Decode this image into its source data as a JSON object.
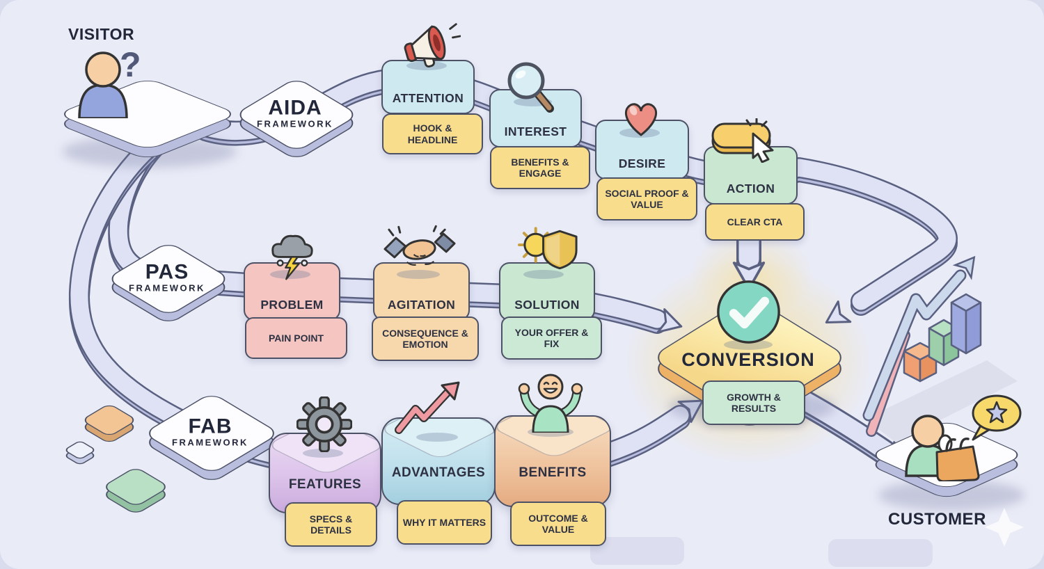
{
  "visitor": {
    "label": "VISITOR",
    "question_mark": "?",
    "icon": "person-icon"
  },
  "customer": {
    "label": "CUSTOMER",
    "icon": "person-with-shopping-bag-icon",
    "bubble_icon": "star-speech-bubble-icon"
  },
  "conversion": {
    "label": "CONVERSION",
    "tag": "GROWTH & RESULTS",
    "icon": "check-circle-icon"
  },
  "frameworks": [
    {
      "name": "AIDA",
      "sub": "FRAMEWORK",
      "steps": [
        {
          "label": "ATTENTION",
          "tag": "HOOK & HEADLINE",
          "icon": "megaphone-icon"
        },
        {
          "label": "INTEREST",
          "tag": "BENEFITS & ENGAGE",
          "icon": "magnifier-icon"
        },
        {
          "label": "DESIRE",
          "tag": "SOCIAL PROOF & VALUE",
          "icon": "heart-icon"
        },
        {
          "label": "ACTION",
          "tag": "CLEAR CTA",
          "icon": "cta-button-cursor-icon"
        }
      ]
    },
    {
      "name": "PAS",
      "sub": "FRAMEWORK",
      "steps": [
        {
          "label": "PROBLEM",
          "tag": "PAIN POINT",
          "icon": "storm-cloud-icon"
        },
        {
          "label": "AGITATION",
          "tag": "CONSEQUENCE & EMOTION",
          "icon": "handshake-icon"
        },
        {
          "label": "SOLUTION",
          "tag": "YOUR OFFER & FIX",
          "icon": "sun-shield-icon"
        }
      ]
    },
    {
      "name": "FAB",
      "sub": "FRAMEWORK",
      "steps": [
        {
          "label": "FEATURES",
          "tag": "SPECS & DETAILS",
          "icon": "gear-icon"
        },
        {
          "label": "ADVANTAGES",
          "tag": "WHY IT MATTERS",
          "icon": "rising-arrow-icon"
        },
        {
          "label": "BENEFITS",
          "tag": "OUTCOME & VALUE",
          "icon": "cheering-person-icon"
        }
      ]
    }
  ],
  "decor": {
    "growth_chart": "growth-chart-icon",
    "sparkle": "sparkle-icon"
  },
  "colors": {
    "background": "#e9ebf7",
    "path_top": "#dfe2f4",
    "path_side": "#b9bedf",
    "path_outline": "#5a6080",
    "card_blue": "#cfe9f1",
    "card_yellow": "#f8dd8d",
    "card_green": "#c9e7d1",
    "card_pink": "#f4c5c1",
    "card_peach": "#f7d7ac",
    "card_mint": "#cbe9d4",
    "block_purple": "#dcc3ea",
    "block_blue": "#bfe0ec",
    "block_orange": "#efc49f",
    "conversion_gold": "#f6d88a",
    "check_teal": "#84d7c3",
    "outline": "#4c5166"
  }
}
